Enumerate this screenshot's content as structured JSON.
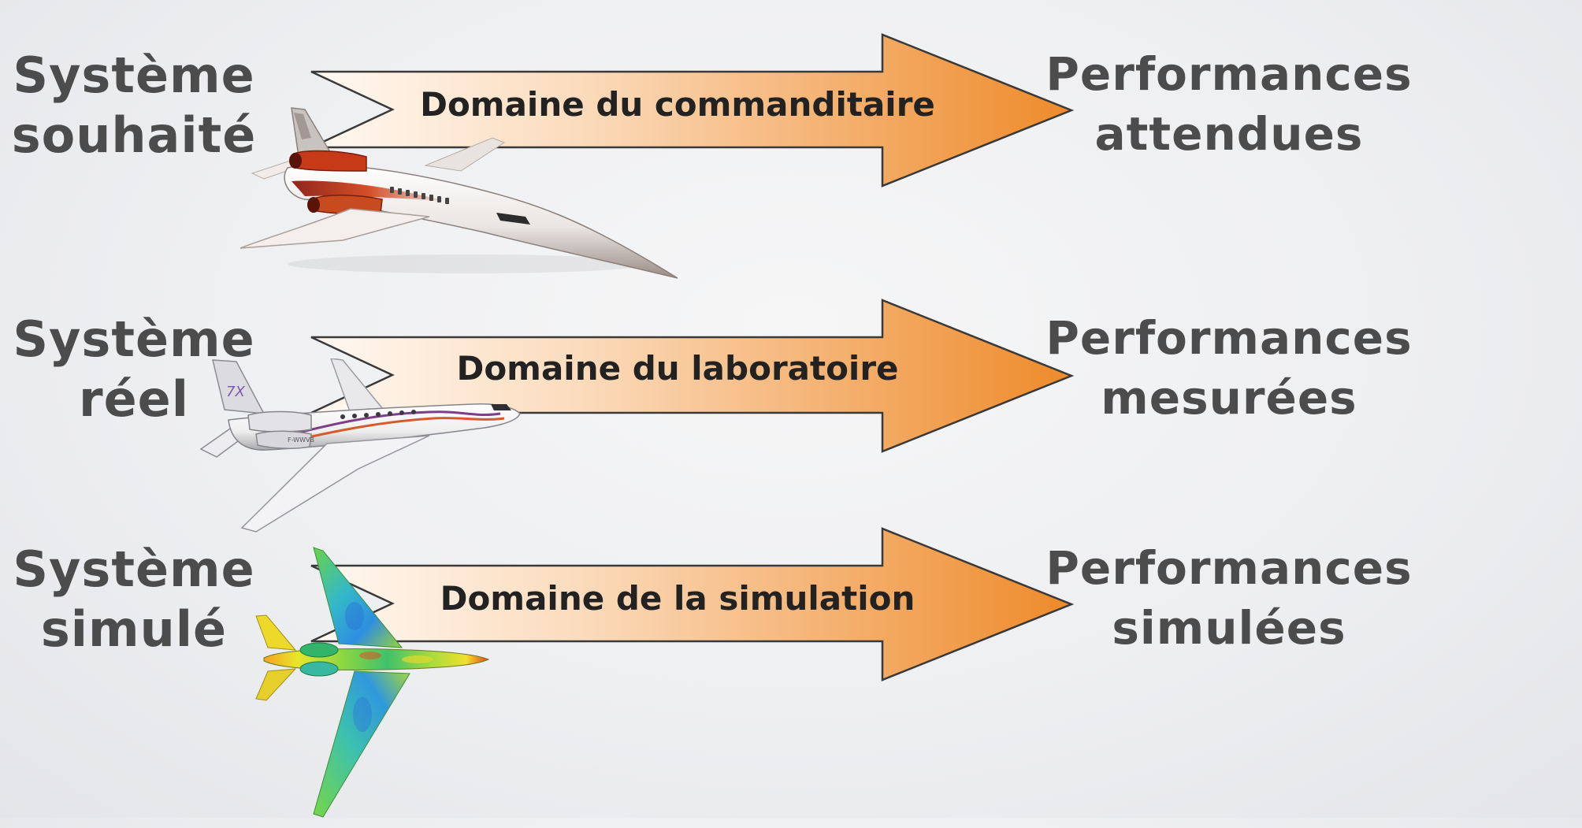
{
  "rows": [
    {
      "system": "Système\nsouhaité",
      "domain": "Domaine du commanditaire",
      "performance": "Performances\nattendues",
      "image": "supersonic-business-jet-concept"
    },
    {
      "system": "Système\nréel",
      "domain": "Domaine du laboratoire",
      "performance": "Performances\nmesurées",
      "image": "business-jet-photo-7x",
      "tail_marking": "7X"
    },
    {
      "system": "Système\nsimulé",
      "domain": "Domaine de la simulation",
      "performance": "Performances\nsimulées",
      "image": "cfd-pressure-map-aircraft"
    }
  ],
  "colors": {
    "arrow_start": "#fff6ee",
    "arrow_end": "#ee8d2e",
    "text": "#4c4c4c",
    "domain_text": "#222222"
  }
}
